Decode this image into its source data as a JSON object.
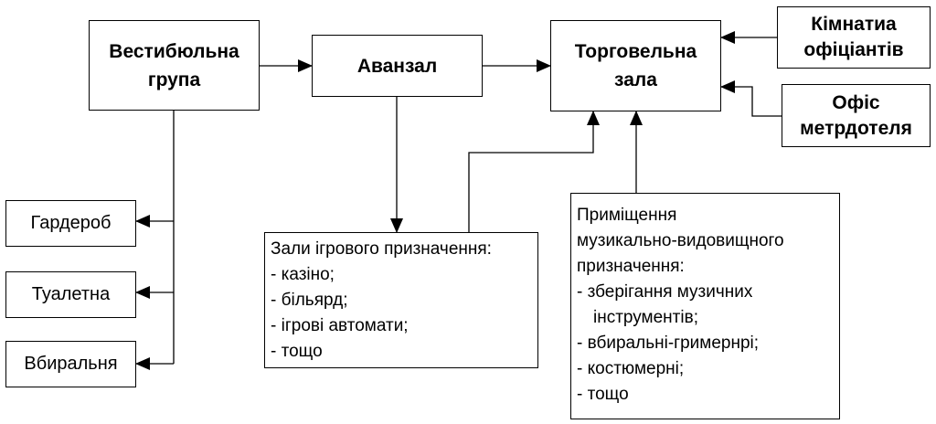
{
  "nodes": {
    "vestibule": {
      "line1": "Вестибюльна",
      "line2": "група"
    },
    "avanzal": {
      "label": "Аванзал"
    },
    "trading_hall": {
      "line1": "Торговельна",
      "line2": "зала"
    },
    "waiters_room": {
      "line1": "Кімнатиа",
      "line2": "офіціантів"
    },
    "maitre_office": {
      "line1": "Офіс",
      "line2": "метрдотеля"
    },
    "wardrobe": {
      "label": "Гардероб"
    },
    "toilet": {
      "label": "Туалетна"
    },
    "restroom": {
      "label": "Вбиральня"
    },
    "gaming_halls": {
      "title": "Зали ігрового призначення:",
      "items": [
        "- казіно;",
        "- більярд;",
        "- ігрові автомати;",
        "- тощо"
      ]
    },
    "music_rooms": {
      "title_lines": [
        "Приміщення",
        "музикально-видовищного",
        "призначення:"
      ],
      "items": [
        "- зберігання музичних",
        "інструментів;",
        "- вбиральні-гримернрі;",
        "- костюмерні;",
        "- тощо"
      ]
    }
  }
}
